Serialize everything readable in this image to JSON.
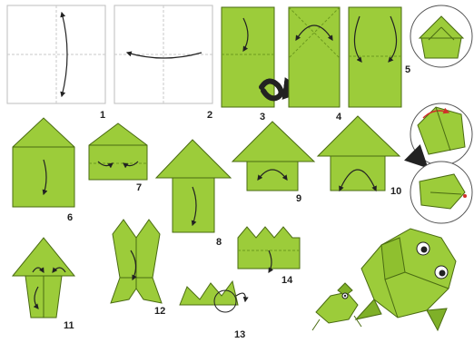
{
  "steps": [
    {
      "n": "1"
    },
    {
      "n": "2"
    },
    {
      "n": "3"
    },
    {
      "n": "4"
    },
    {
      "n": "5"
    },
    {
      "n": "6"
    },
    {
      "n": "7"
    },
    {
      "n": "8"
    },
    {
      "n": "9"
    },
    {
      "n": "10"
    },
    {
      "n": "11"
    },
    {
      "n": "12"
    },
    {
      "n": "13"
    },
    {
      "n": "14"
    }
  ],
  "colors": {
    "paper": "#9ccc3a",
    "paper_dark": "#7fb028",
    "outline": "#4a6b12",
    "fold_line": "#b9b9b9",
    "arrow": "#222222",
    "accent_red": "#d0302a",
    "background": "#ffffff"
  }
}
